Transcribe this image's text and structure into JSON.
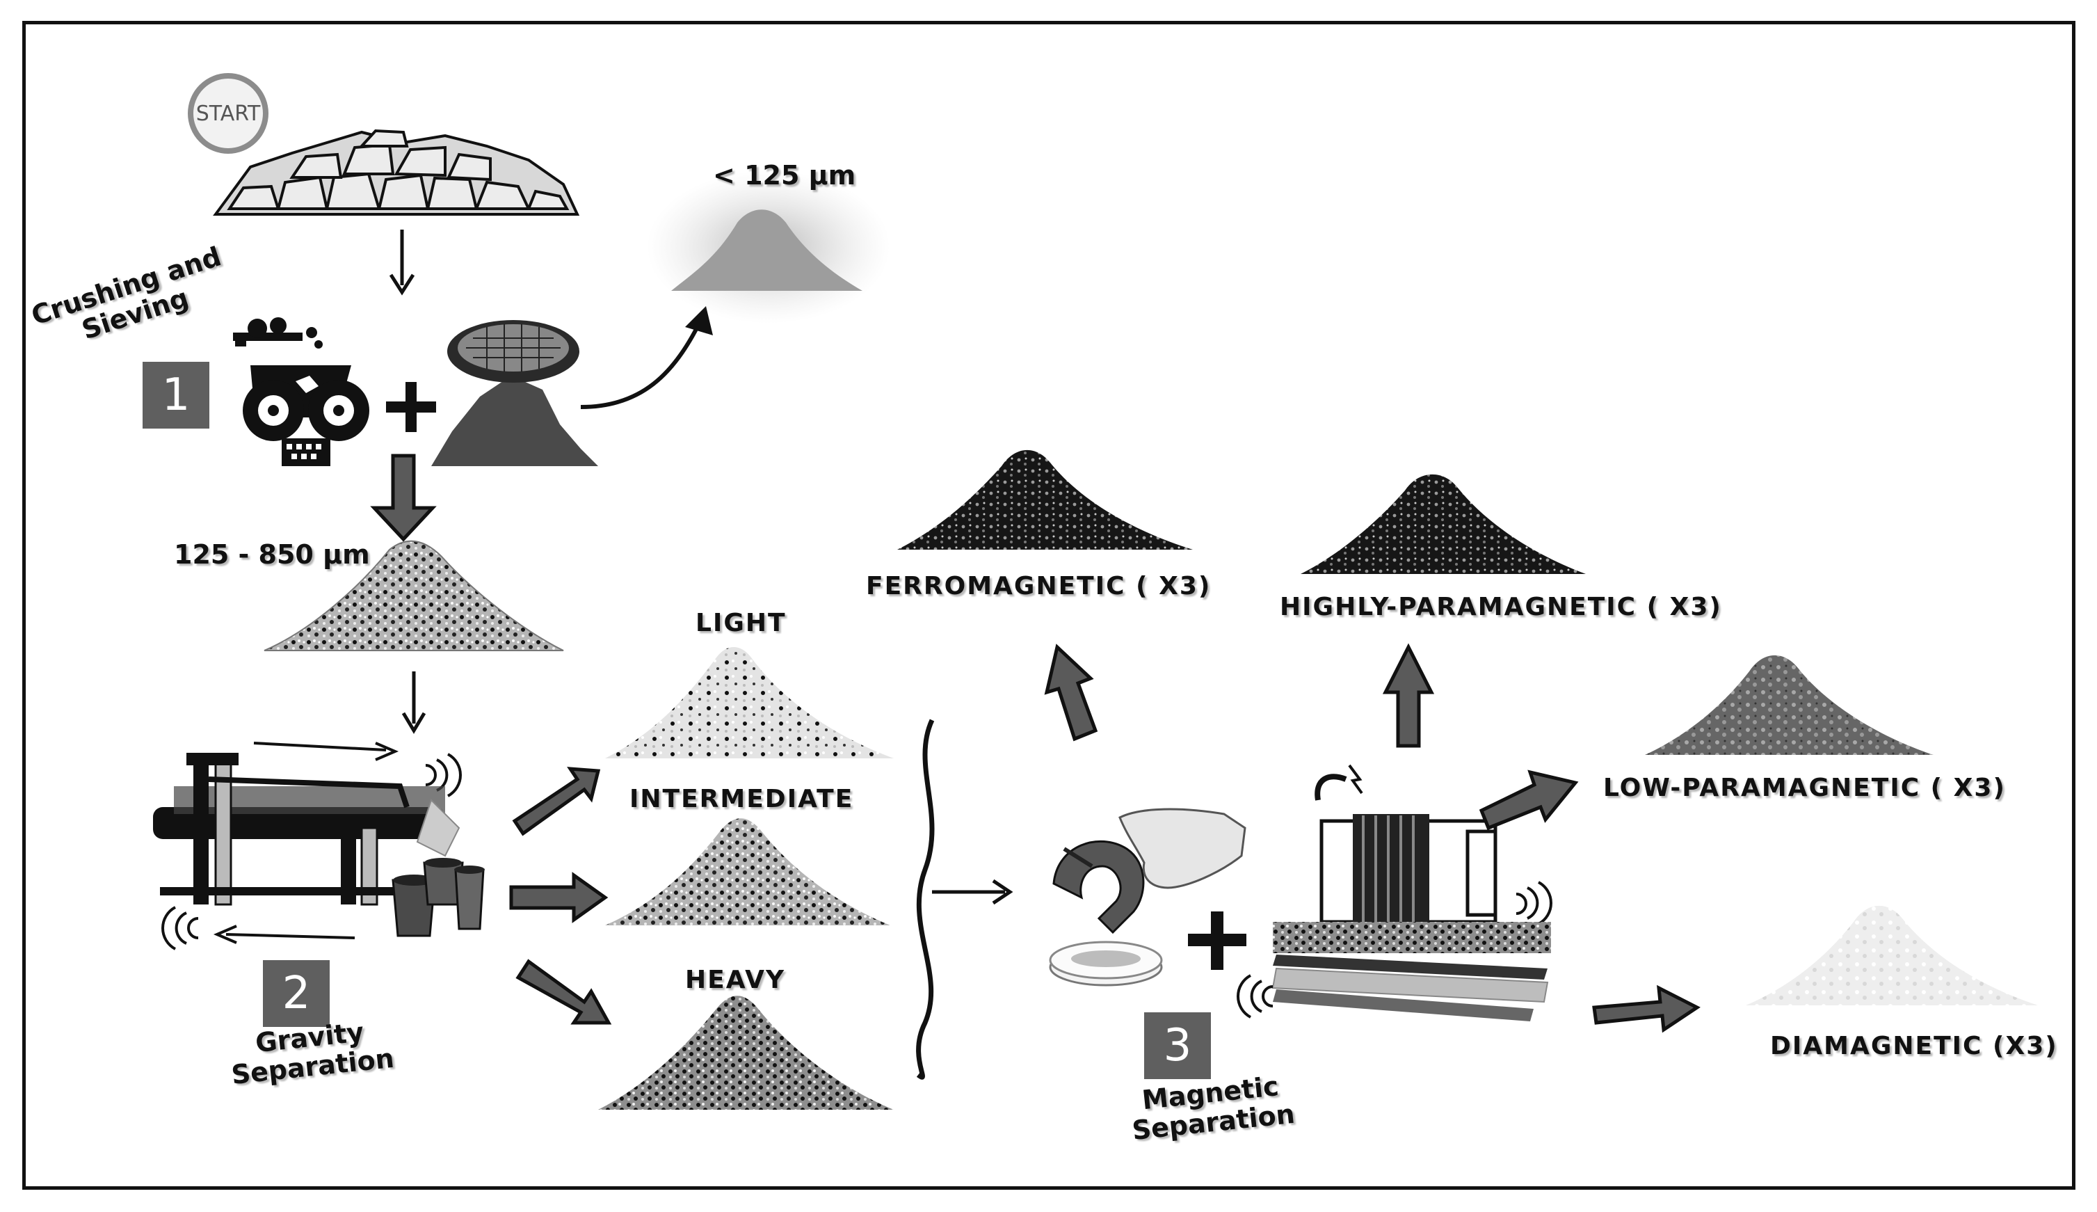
{
  "start": {
    "label": "START"
  },
  "steps": [
    {
      "number": "1",
      "caption_line1": "Crushing and",
      "caption_line2": "Sieving"
    },
    {
      "number": "2",
      "caption_line1": "Gravity",
      "caption_line2": "Separation"
    },
    {
      "number": "3",
      "caption_line1": "Magnetic",
      "caption_line2": "Separation"
    }
  ],
  "sizes": {
    "fine": "< 125 µm",
    "coarse": "125 - 850 µm"
  },
  "gravity_fractions": [
    "LIGHT",
    "INTERMEDIATE",
    "HEAVY"
  ],
  "magnetic_fractions": [
    "FERROMAGNETIC ( X3)",
    "HIGHLY-PARAMAGNETIC ( X3)",
    "LOW-PARAMAGNETIC ( X3)",
    "DIAMAGNETIC (X3)"
  ],
  "colors": {
    "frame": "#111111",
    "step_box": "#5f5f5f",
    "arrow_fill": "#5a5a5a",
    "pile_light": "#d9d9d9",
    "pile_mid": "#a9a9a9",
    "pile_dark": "#1a1a1a"
  },
  "icons": [
    "rock-pile-icon",
    "crusher-icon",
    "sieve-icon",
    "shaking-table-icon",
    "horseshoe-magnet-icon",
    "petri-dish-icon",
    "magnetic-separator-icon"
  ]
}
